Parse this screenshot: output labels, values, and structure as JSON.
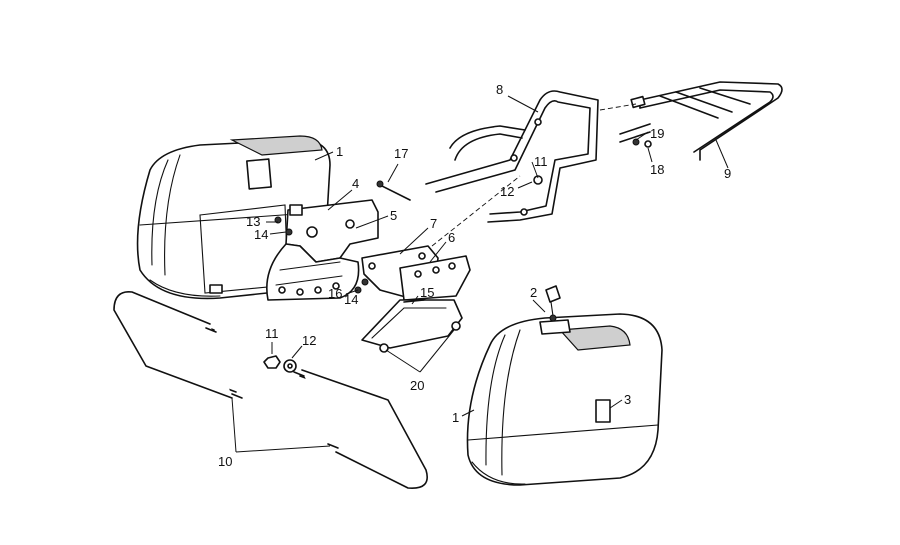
{
  "diagram": {
    "callouts": [
      {
        "id": "c1a",
        "label": "1"
      },
      {
        "id": "c1b",
        "label": "1"
      },
      {
        "id": "c2",
        "label": "2"
      },
      {
        "id": "c3",
        "label": "3"
      },
      {
        "id": "c4",
        "label": "4"
      },
      {
        "id": "c5",
        "label": "5"
      },
      {
        "id": "c6",
        "label": "6"
      },
      {
        "id": "c7",
        "label": "7"
      },
      {
        "id": "c8",
        "label": "8"
      },
      {
        "id": "c9",
        "label": "9"
      },
      {
        "id": "c10",
        "label": "10"
      },
      {
        "id": "c11a",
        "label": "11"
      },
      {
        "id": "c11b",
        "label": "11"
      },
      {
        "id": "c12a",
        "label": "12"
      },
      {
        "id": "c12b",
        "label": "12"
      },
      {
        "id": "c13",
        "label": "13"
      },
      {
        "id": "c14a",
        "label": "14"
      },
      {
        "id": "c14b",
        "label": "14"
      },
      {
        "id": "c15",
        "label": "15"
      },
      {
        "id": "c16",
        "label": "16"
      },
      {
        "id": "c17",
        "label": "17"
      },
      {
        "id": "c18",
        "label": "18"
      },
      {
        "id": "c19",
        "label": "19"
      },
      {
        "id": "c20",
        "label": "20"
      }
    ]
  }
}
